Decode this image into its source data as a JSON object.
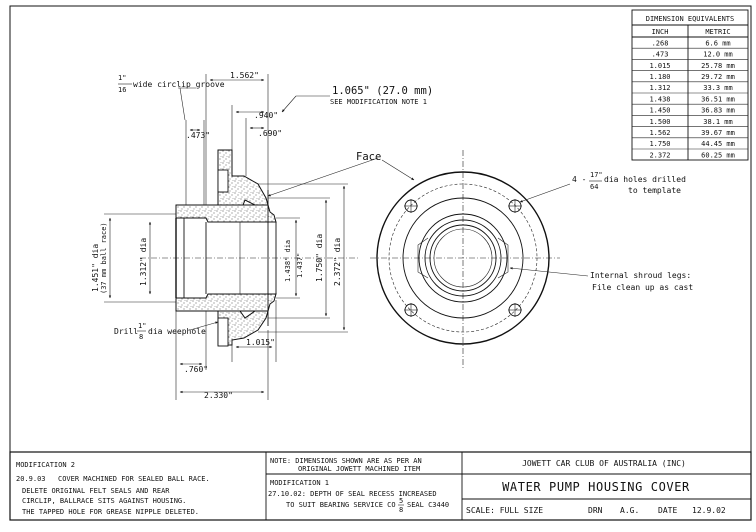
{
  "equivalents": {
    "title": "DIMENSION  EQUIVALENTS",
    "col_inch": "INCH",
    "col_metric": "METRIC",
    "rows": [
      {
        "inch": ".268",
        "metric": "6.6 mm"
      },
      {
        "inch": ".473",
        "metric": "12.0 mm"
      },
      {
        "inch": "1.015",
        "metric": "25.78 mm"
      },
      {
        "inch": "1.180",
        "metric": "29.72 mm"
      },
      {
        "inch": "1.312",
        "metric": "33.3 mm"
      },
      {
        "inch": "1.438",
        "metric": "36.51 mm"
      },
      {
        "inch": "1.450",
        "metric": "36.83 mm"
      },
      {
        "inch": "1.500",
        "metric": "38.1 mm"
      },
      {
        "inch": "1.562",
        "metric": "39.67 mm"
      },
      {
        "inch": "1.750",
        "metric": "44.45 mm"
      },
      {
        "inch": "2.372",
        "metric": "60.25 mm"
      }
    ]
  },
  "dims": {
    "groove_num": "1\"",
    "groove_den": "16",
    "groove_text": "wide circlip groove",
    "d1562": "1.562\"",
    "d1065": "1.065\" (27.0 mm)",
    "see_mod": "SEE MODIFICATION NOTE 1",
    "d473": ".473\"",
    "d940": ".940\"",
    "d690": ".690\"",
    "face": "Face",
    "holes_num": "17\"",
    "holes_den": "64",
    "holes_text1": "4 -",
    "holes_text2": "dia holes drilled",
    "holes_text3": "to template",
    "d1451": "1.451\" dia",
    "d1451b": "(37 mm ball race)",
    "d1312": "1.312\" dia",
    "d1438": "1.438\" dia",
    "d1437": "1.437\"",
    "d1750": "1.750\" dia",
    "d2372": "2.372\" dia",
    "shroud1": "Internal shroud legs:",
    "shroud2": "File clean up as cast",
    "drill": "Drill",
    "drill_num": "1\"",
    "drill_den": "8",
    "drill_text": "dia weephole",
    "d1015": "1.015\"",
    "d760": ".760\"",
    "d2330": "2.330\""
  },
  "title_block": {
    "mod2_head": "MODIFICATION 2",
    "mod2_date": "20.9.03",
    "mod2_line1": "COVER MACHINED FOR SEALED BALL RACE.",
    "mod2_line2": "DELETE ORIGINAL FELT SEALS AND REAR",
    "mod2_line3": "CIRCLIP, BALLRACE SITS AGAINST HOUSING.",
    "mod2_line4": "THE TAPPED HOLE FOR GREASE NIPPLE DELETED.",
    "note_line1": "NOTE: DIMENSIONS SHOWN ARE AS PER AN",
    "note_line2": "ORIGINAL JOWETT MACHINED ITEM",
    "mod1_head": "MODIFICATION 1",
    "mod1_line1": "27.10.02: DEPTH OF SEAL RECESS INCREASED",
    "mod1_line2": "TO SUIT BEARING SERVICE CO",
    "mod1_frac_num": "5",
    "mod1_frac_den": "8",
    "mod1_line3": "SEAL C3440",
    "club": "JOWETT CAR CLUB OF AUSTRALIA (INC)",
    "part": "WATER PUMP HOUSING COVER",
    "scale": "SCALE: FULL SIZE",
    "drn_label": "DRN",
    "drn_value": "A.G.",
    "date_label": "DATE",
    "date_value": "12.9.02"
  }
}
